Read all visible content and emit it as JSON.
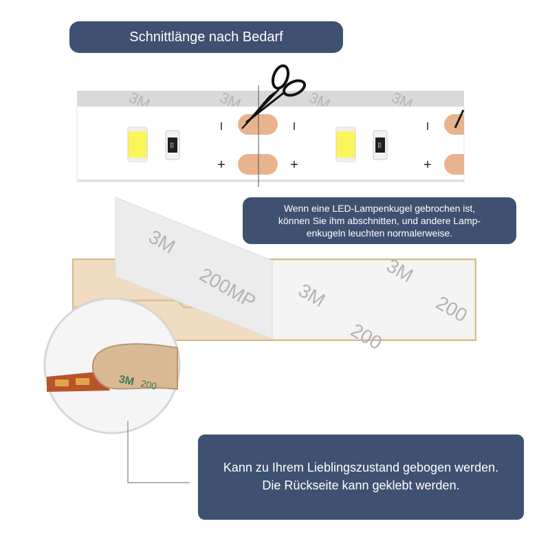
{
  "title": "Schnittlänge nach Bedarf",
  "note_cut": {
    "line1": "Wenn eine LED-Lampenkugel gebrochen ist,",
    "line2": "können Sie ihm abschnitten, und andere Lamp-",
    "line3": "enkugeln leuchten normalerweise."
  },
  "note_bend": {
    "line1": "Kann zu Ihrem Lieblingszustand gebogen werden.",
    "line2": "Die Rückseite kann geklebt werden."
  },
  "tape_print": {
    "brand": "3M",
    "model": "200MP",
    "model_partial": "200",
    "roll_model": "200"
  },
  "resistor_code": "111",
  "pad_minus": "I",
  "pad_plus": "+",
  "colors": {
    "label_bg": "#3f5170",
    "pad": "#e8b48f",
    "led": "#fbf55a",
    "backing": "#f0dcc0"
  }
}
